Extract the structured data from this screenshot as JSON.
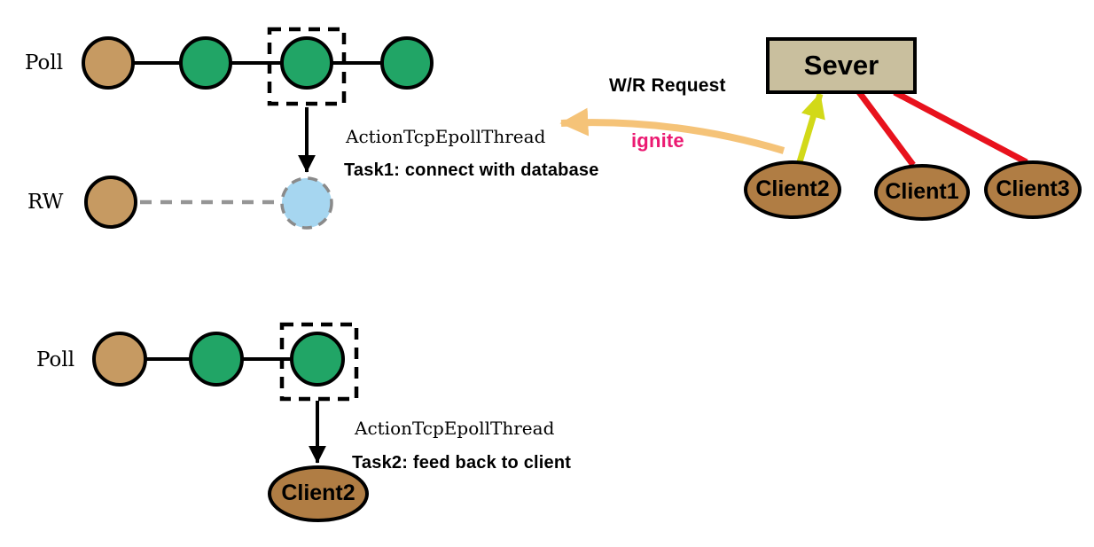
{
  "palette": {
    "green": "#21a566",
    "tan": "#c69a62",
    "client_brown": "#b07d44",
    "server_khaki": "#c9bf9e",
    "rw_blue": "#a6d6f0",
    "link_red": "#e8121d",
    "request_chartreuse": "#d2d918",
    "wr_orange": "#f5c378",
    "ignite_pink": "#eb1a72",
    "dashed_gray": "#959595"
  },
  "top_poll_section": {
    "poll_label": "Poll",
    "rw_label": "RW",
    "thread_label": "ActionTcpEpollThread",
    "task_label": "Task1: connect with database"
  },
  "server_section": {
    "server_label": "Sever",
    "request_label": "W/R Request",
    "ignite_label": "ignite",
    "clients": [
      {
        "label": "Client2"
      },
      {
        "label": "Client1"
      },
      {
        "label": "Client3"
      }
    ]
  },
  "bottom_poll_section": {
    "poll_label": "Poll",
    "thread_label": "ActionTcpEpollThread",
    "task_label": "Task2: feed back to client",
    "client_label": "Client2"
  }
}
